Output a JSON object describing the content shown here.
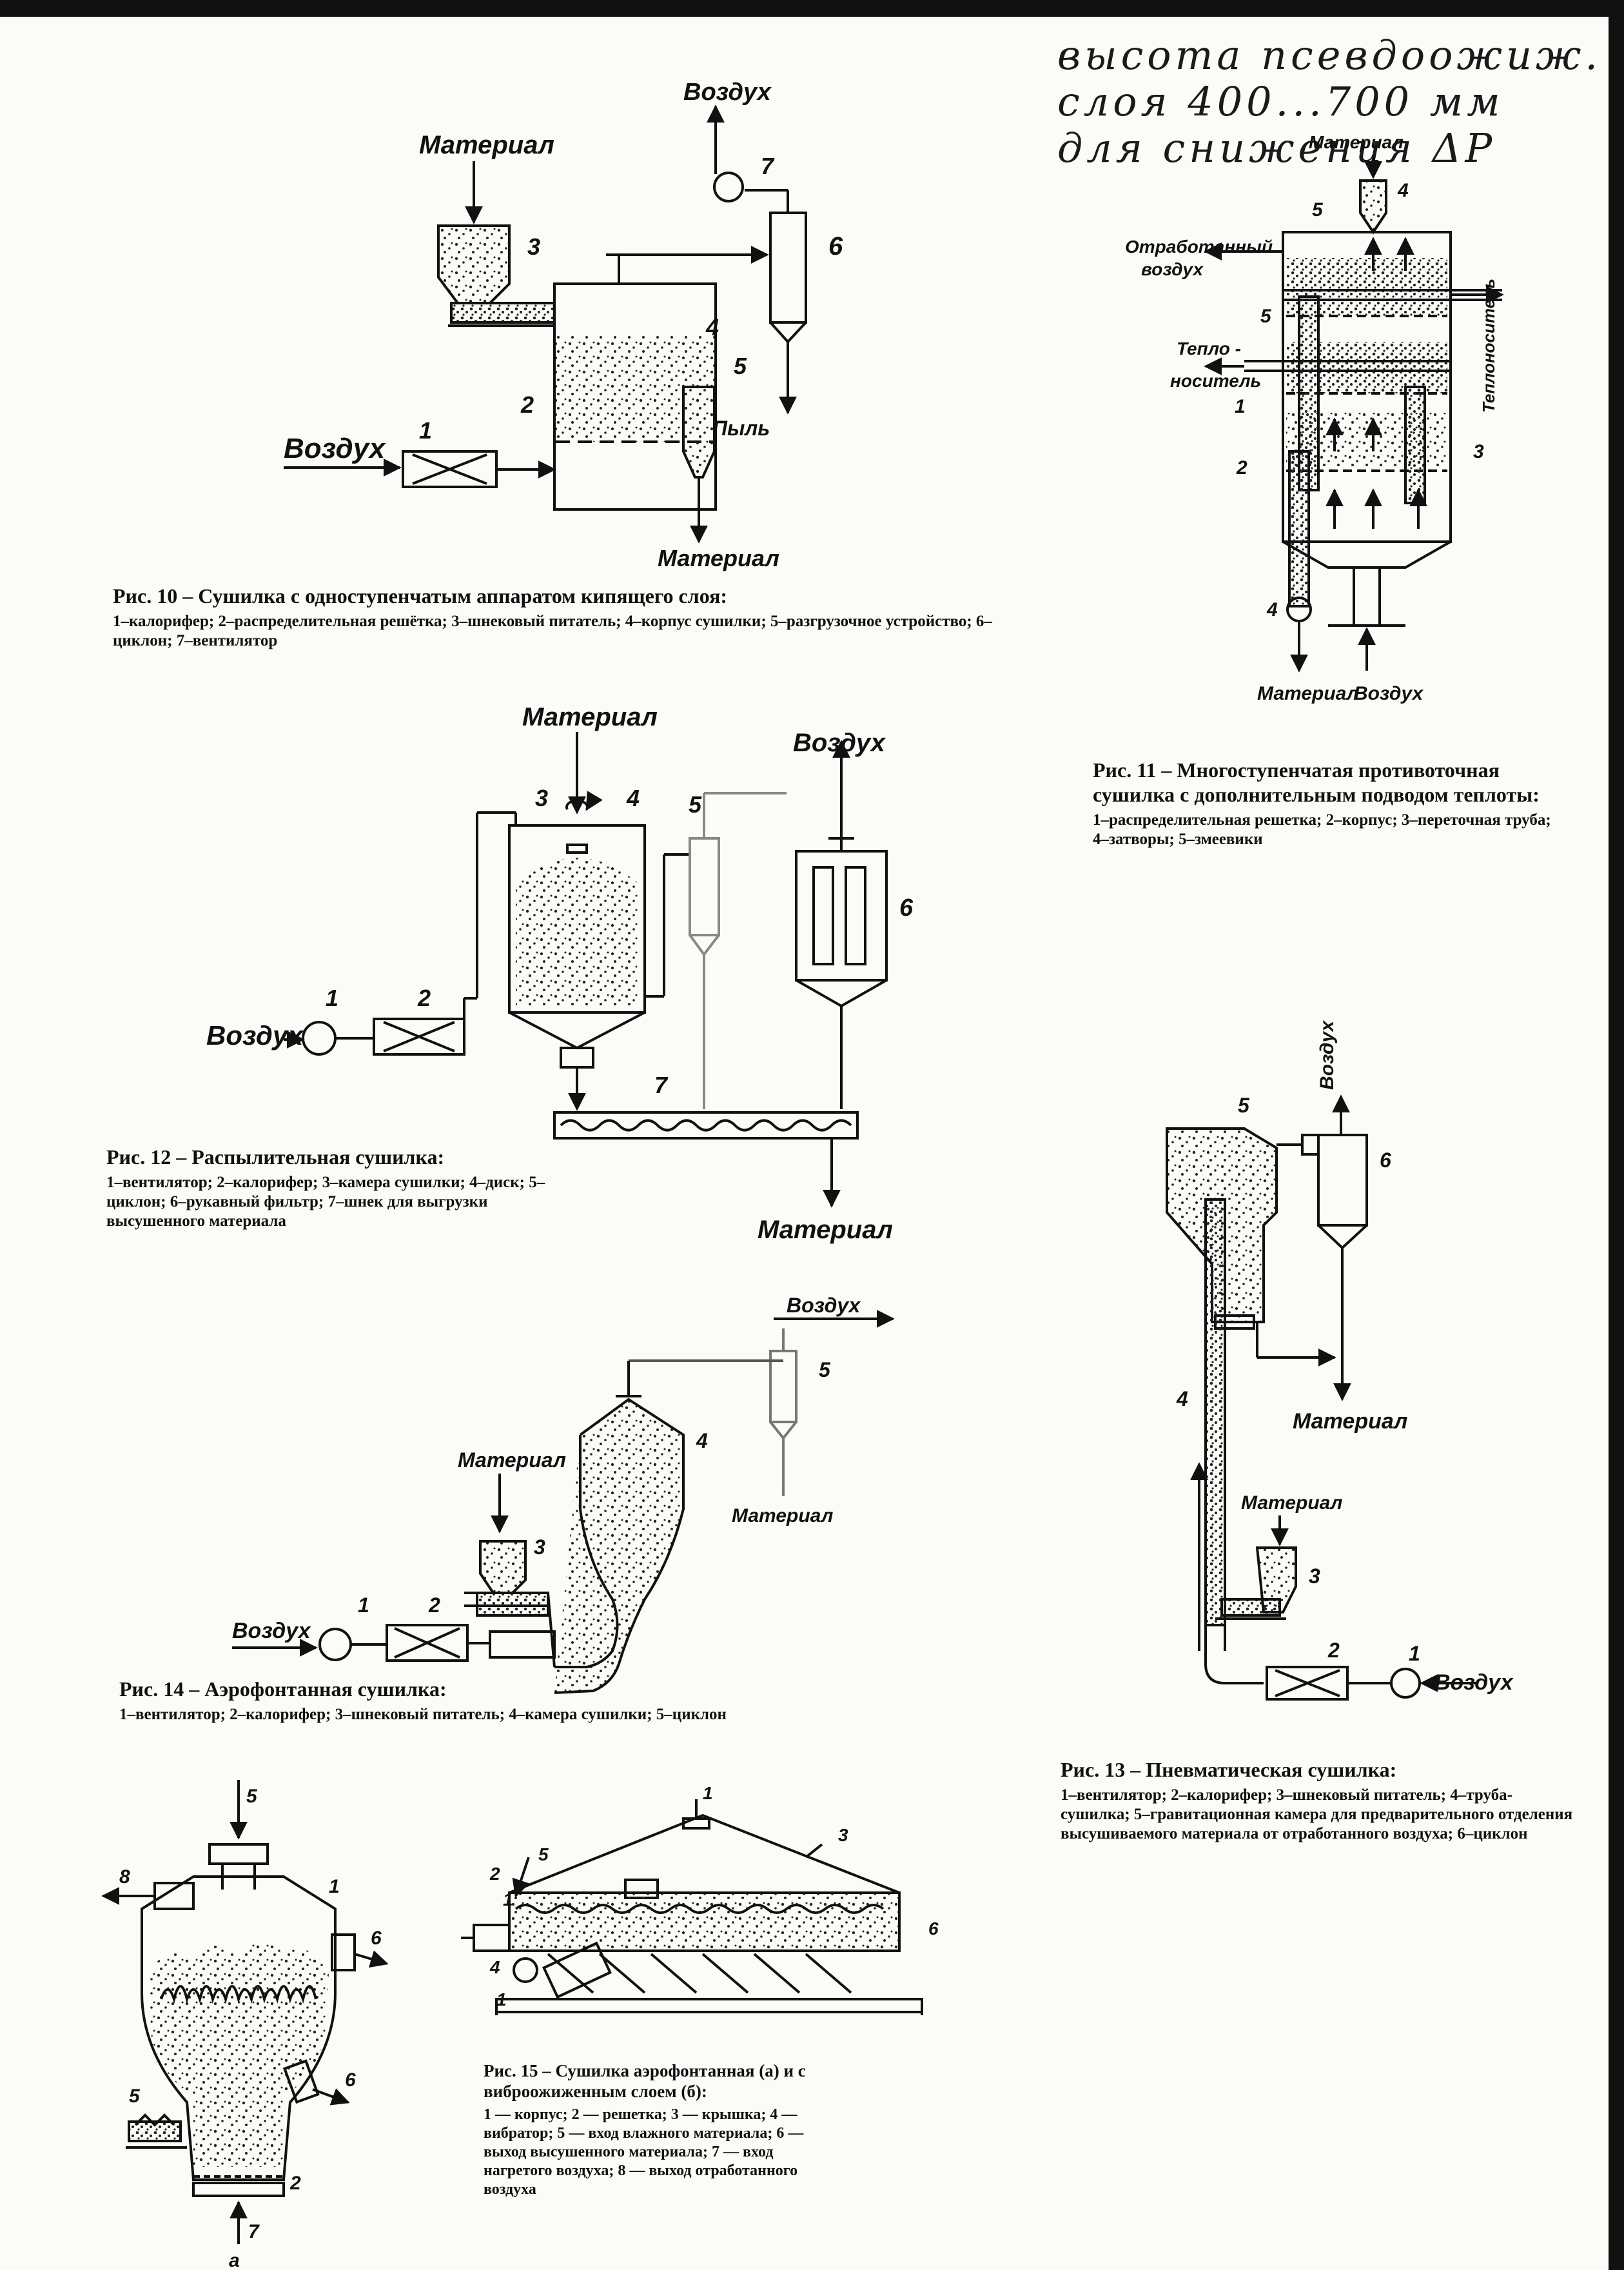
{
  "handwritten_note": [
    "высота псевдоожиж.",
    "слоя 400...700 мм",
    "для снижения ΔP"
  ],
  "fig10": {
    "caption_title": "Рис. 10 – Сушилка с одноступенчатым аппаратом кипящего слоя:",
    "caption_legend": "1–калорифер; 2–распределительная решётка; 3–шнековый питатель; 4–корпус сушилки; 5–разгрузочное устройство; 6–циклон; 7–вентилятор",
    "label_material_in": "Материал",
    "label_air_out": "Воздух",
    "label_air_in": "Воздух",
    "label_dust": "Пыль",
    "label_material_out": "Материал"
  },
  "fig11": {
    "caption_title": "Рис. 11 – Многоступенчатая противоточная сушилка с дополнительным подводом теплоты:",
    "caption_legend": "1–распределительная решетка; 2–корпус; 3–переточная труба; 4–затворы; 5–змеевики",
    "label_material_in": "Материал",
    "label_exhaust_1": "Отработанный",
    "label_exhaust_2": "воздух",
    "label_heat_carrier_1": "Тепло -",
    "label_heat_carrier_2": "носитель",
    "label_heat_carrier_vertical": "Теплоноситель",
    "label_material_out": "Материал",
    "label_air_in": "Воздух"
  },
  "fig12": {
    "caption_title": "Рис. 12 – Распылительная сушилка:",
    "caption_legend": "1–вентилятор; 2–калорифер; 3–камера сушилки; 4–диск; 5–циклон; 6–рукавный фильтр; 7–шнек для выгрузки высушенного материала",
    "label_material_in": "Материал",
    "label_air_out": "Воздух",
    "label_air_in": "Воздух",
    "label_material_out": "Материал"
  },
  "fig13": {
    "caption_title": "Рис. 13 – Пневматическая сушилка:",
    "caption_legend": "1–вентилятор; 2–калорифер; 3–шнековый питатель; 4–труба-сушилка; 5–гравитационная камера для предварительного отделения высушиваемого материала от отработанного воздуха; 6–циклон",
    "label_air_out": "Воздух",
    "label_material_out": "Материал",
    "label_material_in": "Материал",
    "label_air_in": "Воздух"
  },
  "fig14": {
    "caption_title": "Рис. 14 – Аэрофонтанная сушилка:",
    "caption_legend": "1–вентилятор; 2–калорифер; 3–шнековый питатель; 4–камера сушилки; 5–циклон",
    "label_air_out": "Воздух",
    "label_material_in": "Материал",
    "label_air_in": "Воздух",
    "label_material_out": "Материал"
  },
  "fig15": {
    "caption_title": "Рис. 15 – Сушилка аэрофонтанная (а) и с виброожиженным слоем (б):",
    "caption_legend": "1 — корпус; 2 — решетка; 3 — крышка; 4 — вибратор; 5 — вход влажного материала; 6 — выход высушенного материала; 7 — вход нагретого воздуха; 8 — выход отработанного воздуха",
    "label_a": "а"
  }
}
